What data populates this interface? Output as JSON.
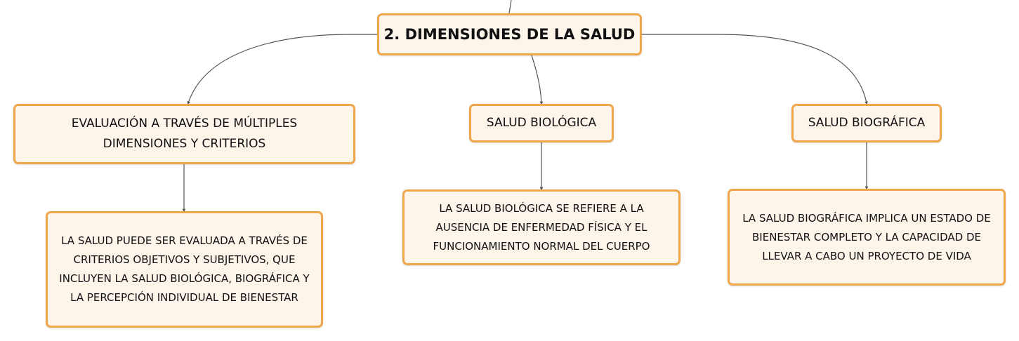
{
  "diagram": {
    "type": "mind-map",
    "root": {
      "title": "2. DIMENSIONES DE LA SALUD"
    },
    "branches": [
      {
        "title": "EVALUACIÓN A TRAVÉS DE MÚLTIPLES DIMENSIONES Y CRITERIOS",
        "detail": "LA SALUD PUEDE SER EVALUADA A TRAVÉS DE CRITERIOS OBJETIVOS Y SUBJETIVOS, QUE INCLUYEN LA SALUD BIOLÓGICA, BIOGRÁFICA Y LA PERCEPCIÓN INDIVIDUAL DE BIENESTAR"
      },
      {
        "title": "SALUD BIOLÓGICA",
        "detail": "LA SALUD BIOLÓGICA SE REFIERE A LA AUSENCIA DE ENFERMEDAD FÍSICA Y EL FUNCIONAMIENTO NORMAL DEL CUERPO"
      },
      {
        "title": "SALUD BIOGRÁFICA",
        "detail": "LA SALUD BIOGRÁFICA IMPLICA UN ESTADO DE BIENESTAR COMPLETO Y LA CAPACIDAD DE LLEVAR A CABO UN PROYECTO DE VIDA"
      }
    ],
    "colors": {
      "node_fill": "#fdf4ea",
      "node_border": "#f0a64a",
      "connector": "#555555",
      "text": "#111111"
    }
  }
}
